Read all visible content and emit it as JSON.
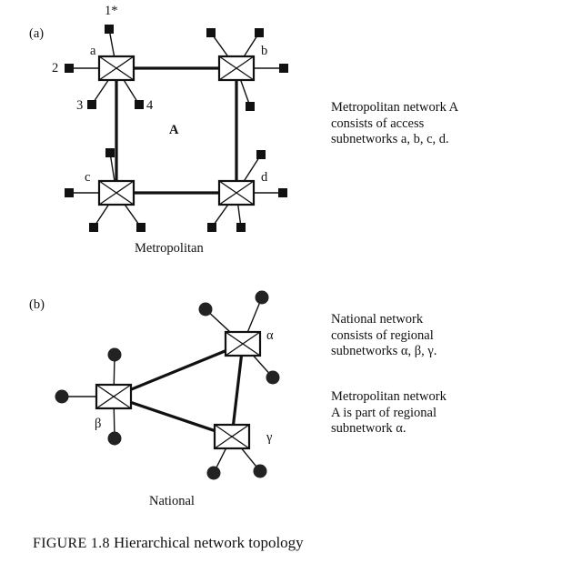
{
  "panel_a": {
    "label": "(a)",
    "center_label": "A",
    "bottom_label": "Metropolitan",
    "nodes": [
      "a",
      "b",
      "c",
      "d"
    ],
    "terminal_labels": [
      "1*",
      "2",
      "3",
      "4"
    ],
    "description": [
      "Metropolitan network A",
      "consists of access",
      "subnetworks a, b, c, d."
    ]
  },
  "panel_b": {
    "label": "(b)",
    "bottom_label": "National",
    "nodes": [
      "α",
      "β",
      "γ"
    ],
    "description_1": [
      "National network",
      "consists of regional",
      "subnetworks α, β, γ."
    ],
    "description_2": [
      "Metropolitan network",
      "A is part of regional",
      "subnetwork α."
    ]
  },
  "caption": {
    "number": "FIGURE 1.8",
    "text": "Hierarchical network topology"
  }
}
